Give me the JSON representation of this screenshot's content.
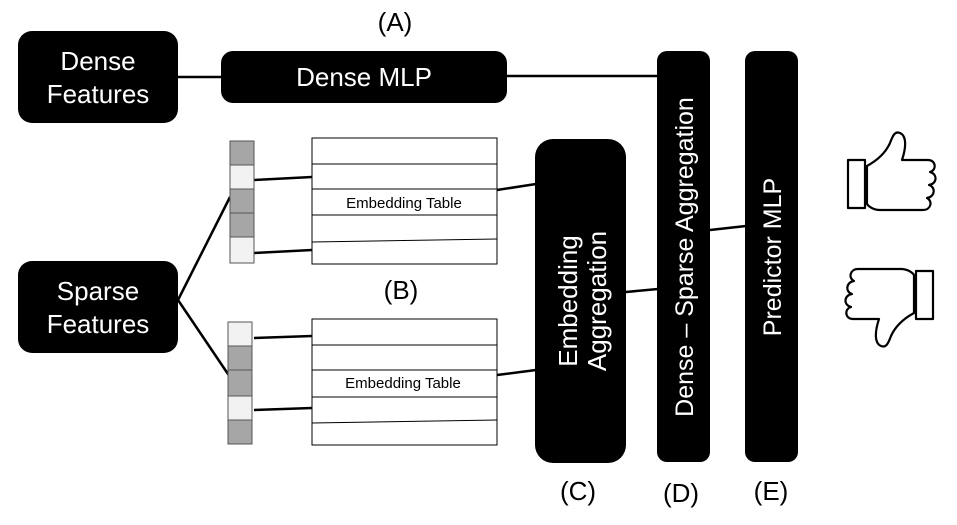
{
  "blocks": {
    "dense_features": [
      "Dense",
      "Features"
    ],
    "sparse_features": [
      "Sparse",
      "Features"
    ],
    "dense_mlp": "Dense MLP",
    "embedding_aggregation": [
      "Embedding",
      "Aggregation"
    ],
    "dense_sparse_aggregation": "Dense – Sparse Aggregation",
    "predictor_mlp": "Predictor MLP"
  },
  "tables": {
    "top_label": "Embedding Table",
    "bottom_label": "Embedding Table"
  },
  "tags": {
    "a": "(A)",
    "b": "(B)",
    "c": "(C)",
    "d": "(D)",
    "e": "(E)"
  },
  "icons": {
    "thumbs_up": "thumbs-up-icon",
    "thumbs_down": "thumbs-down-icon"
  },
  "colors": {
    "block": "#000000",
    "index_dark": "#a6a6a6",
    "index_light": "#f2f2f2"
  }
}
